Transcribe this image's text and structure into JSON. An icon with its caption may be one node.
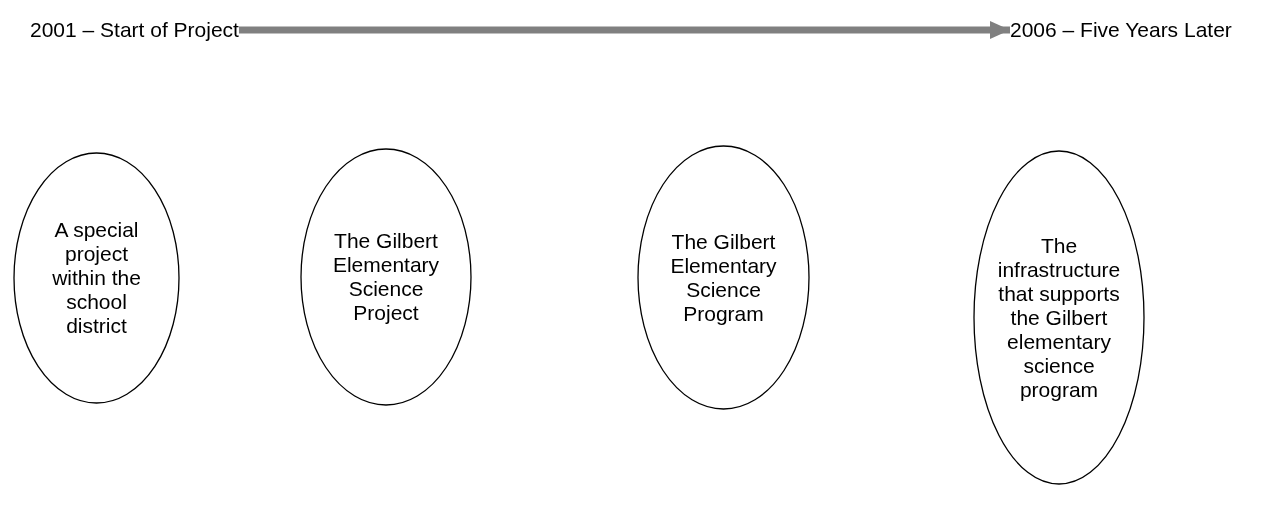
{
  "diagram": {
    "nodes": [
      {
        "text": [
          "2001 – Start of Project"
        ]
      },
      {
        "text": [
          "2006 – Five Years Later"
        ]
      },
      {
        "text": [
          "A special project within the school district"
        ]
      },
      {
        "text": [
          "The Gilbert Elementary Science Project"
        ]
      },
      {
        "text": [
          "The Gilbert Elementary Science Program"
        ]
      },
      {
        "text": [
          "The infrastructure that supports the Gilbert elementary science program"
        ]
      }
    ],
    "edges": [
      {
        "from": 0,
        "to": 1,
        "arrow": "to",
        "color": "#808080"
      }
    ]
  }
}
